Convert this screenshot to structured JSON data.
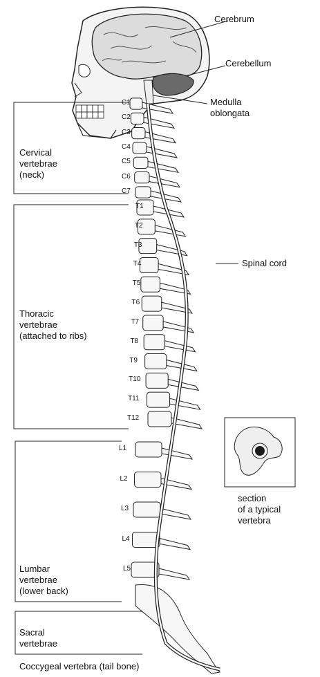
{
  "labels": {
    "cerebrum": "Cerebrum",
    "cerebellum": "Cerebellum",
    "medulla": "Medulla\noblongata",
    "spinal_cord": "Spinal cord",
    "cervical": "Cervical\nvertebrae\n(neck)",
    "thoracic": "Thoracic\nvertebrae\n(attached to ribs)",
    "lumbar": "Lumbar\nvertebrae\n(lower back)",
    "sacral": "Sacral\nvertebrae",
    "coccygeal": "Coccygeal vertebra (tail bone)",
    "section": "section\nof a typical\nvertebra"
  },
  "vertebrae": {
    "cervical": [
      "C1",
      "C2",
      "C3",
      "C4",
      "C5",
      "C6",
      "C7"
    ],
    "thoracic": [
      "T1",
      "T2",
      "T3",
      "T4",
      "T5",
      "T6",
      "T7",
      "T8",
      "T9",
      "T10",
      "T11",
      "T12"
    ],
    "lumbar": [
      "L1",
      "L2",
      "L3",
      "L4",
      "L5"
    ]
  }
}
